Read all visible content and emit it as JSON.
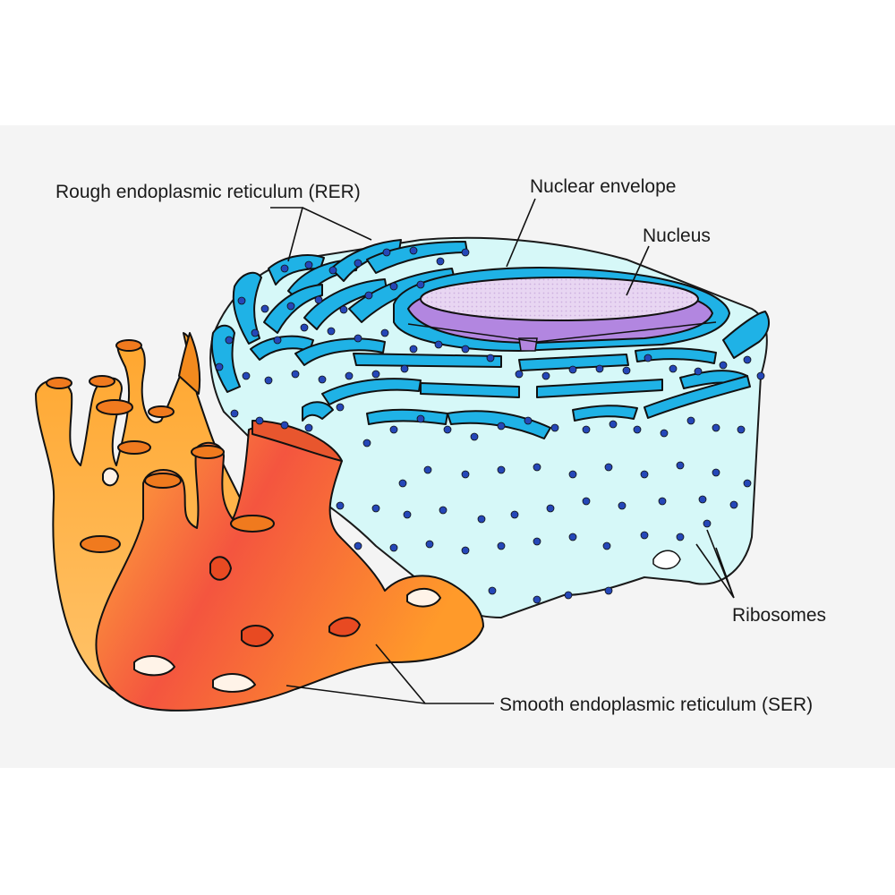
{
  "labels": {
    "rer": "Rough endoplasmic reticulum (RER)",
    "nuclear_envelope": "Nuclear envelope",
    "nucleus": "Nucleus",
    "ribosomes": "Ribosomes",
    "ser": "Smooth endoplasmic reticulum (SER)"
  },
  "colors": {
    "background": "#f4f4f4",
    "rer_cisterna": "#1fb2e6",
    "rer_lumen": "#d6f8f8",
    "ribosome": "#2547b8",
    "nucleus": "#e6d3f2",
    "nuclear_envelope_inner": "#b286e0",
    "ser_light": "#ffb23a",
    "ser_dark": "#f2544a",
    "outline": "#111111"
  }
}
